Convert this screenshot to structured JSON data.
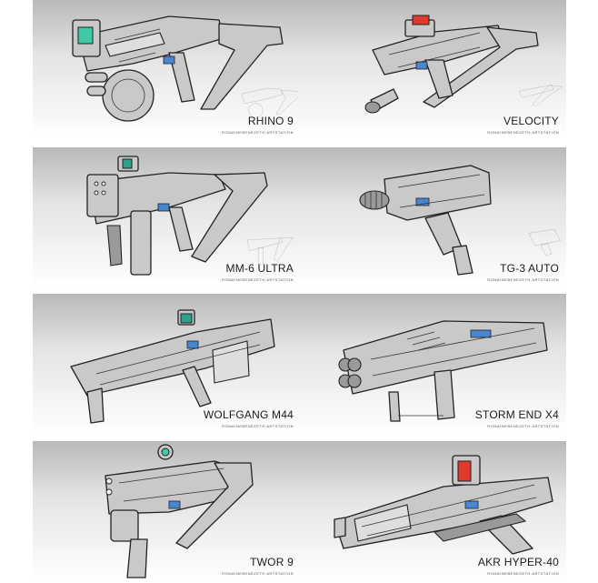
{
  "panels": [
    {
      "name": "RHINO 9",
      "credit": "ROMAINEBENEZETH.ARTSTATION",
      "accent": "#3ec9a7",
      "tag": "#4a86d0"
    },
    {
      "name": "VELOCITY",
      "credit": "ROMAINEBENEZETH.ARTSTATION",
      "accent": "#e03a2e",
      "tag": "#4a86d0"
    },
    {
      "name": "MM-6 ULTRA",
      "credit": "ROMAINEBENEZETH.ARTSTATION",
      "accent": "#2fa089",
      "tag": "#4a86d0"
    },
    {
      "name": "TG-3 AUTO",
      "credit": "ROMAINEBENEZETH.ARTSTATION",
      "accent": "#9a9a9a",
      "tag": "#4a86d0"
    },
    {
      "name": "WOLFGANG M44",
      "credit": "ROMAINEBENEZETH.ARTSTATION",
      "accent": "#2fa089",
      "tag": "#4a86d0"
    },
    {
      "name": "STORM END X4",
      "credit": "ROMAINEBENEZETH.ARTSTATION",
      "accent": "#9a9a9a",
      "tag": "#4a86d0"
    },
    {
      "name": "TWOR 9",
      "credit": "ROMAINEBENEZETH.ARTSTATION",
      "accent": "#3ec9a7",
      "tag": "#4a86d0"
    },
    {
      "name": "AKR HYPER-40",
      "credit": "ROMAINEBENEZETH.ARTSTATION",
      "accent": "#e03a2e",
      "tag": "#4a86d0"
    }
  ]
}
